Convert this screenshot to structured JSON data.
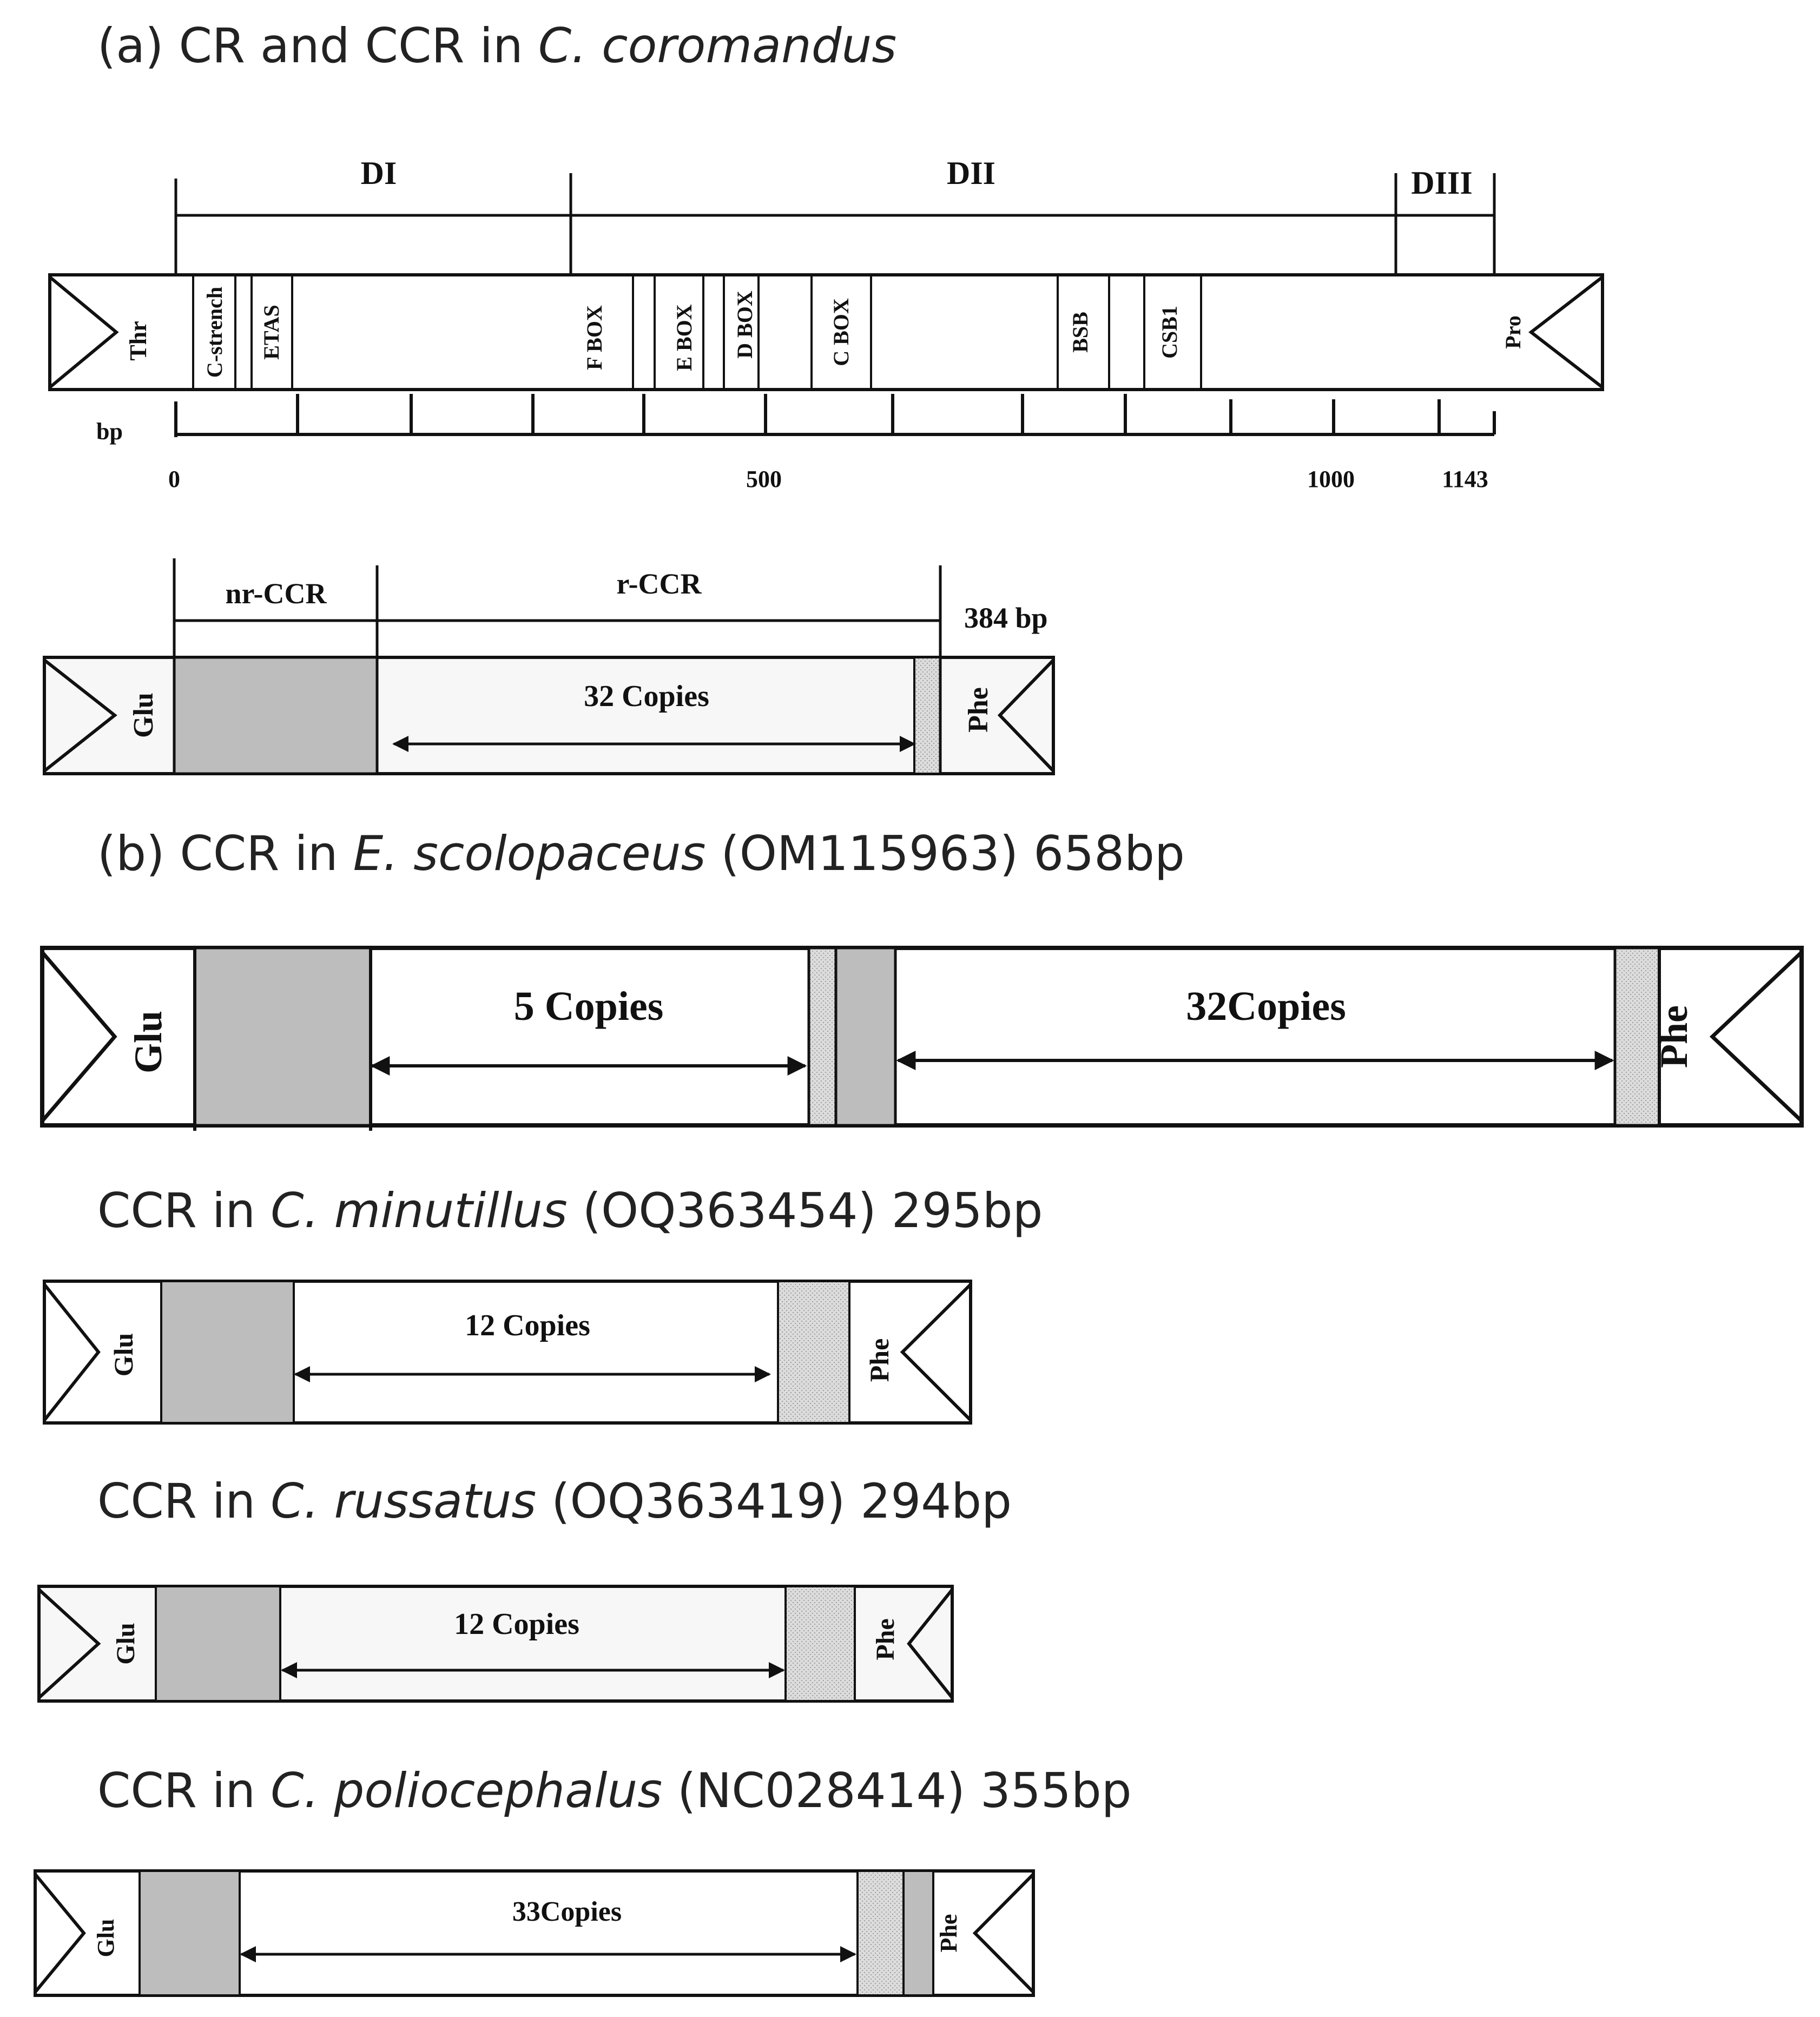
{
  "colors": {
    "stroke": "#111111",
    "region_fill": "#bdbdbd",
    "dotted_fill": "#d9d9d9",
    "box_fill": "#ffffff",
    "light_box_fill": "#f7f7f7"
  },
  "captions": {
    "a": {
      "prefix": "(a) CR and CCR in ",
      "species": "C. coromandus",
      "suffix": ""
    },
    "b": {
      "prefix": "(b) CCR in ",
      "species": "E. scolopaceus",
      "suffix": " (OM115963) 658bp"
    },
    "c": {
      "prefix": "CCR in ",
      "species": "C. minutillus",
      "suffix": " (OQ363454) 295bp"
    },
    "d": {
      "prefix": "CCR in ",
      "species": "C. russatus",
      "suffix": " (OQ363419) 294bp"
    },
    "e": {
      "prefix": "CCR in ",
      "species": "C. poliocephalus",
      "suffix": " (NC028414) 355bp"
    }
  },
  "cr": {
    "domains": [
      "DI",
      "DII",
      "DIII"
    ],
    "left_trna": "Thr",
    "right_trna": "Pro",
    "elements": [
      "C-strench",
      "ETAS",
      "F BOX",
      "E BOX",
      "D BOX",
      "C BOX",
      "BSB",
      "CSB1"
    ],
    "scale": {
      "unit": "bp",
      "ticks": [
        "0",
        "500",
        "1000",
        "1143"
      ]
    }
  },
  "ccr_a": {
    "left_trna": "Glu",
    "right_trna": "Phe",
    "nr_label": "nr-CCR",
    "r_label": "r-CCR",
    "length": "384 bp",
    "copies": "32 Copies"
  },
  "ccr_b": {
    "left_trna": "Glu",
    "right_trna": "Phe",
    "copies_1": "5 Copies",
    "copies_2": "32Copies"
  },
  "ccr_c": {
    "left_trna": "Glu",
    "right_trna": "Phe",
    "copies": "12 Copies"
  },
  "ccr_d": {
    "left_trna": "Glu",
    "right_trna": "Phe",
    "copies": "12 Copies"
  },
  "ccr_e": {
    "left_trna": "Glu",
    "right_trna": "Phe",
    "copies": "33Copies"
  }
}
